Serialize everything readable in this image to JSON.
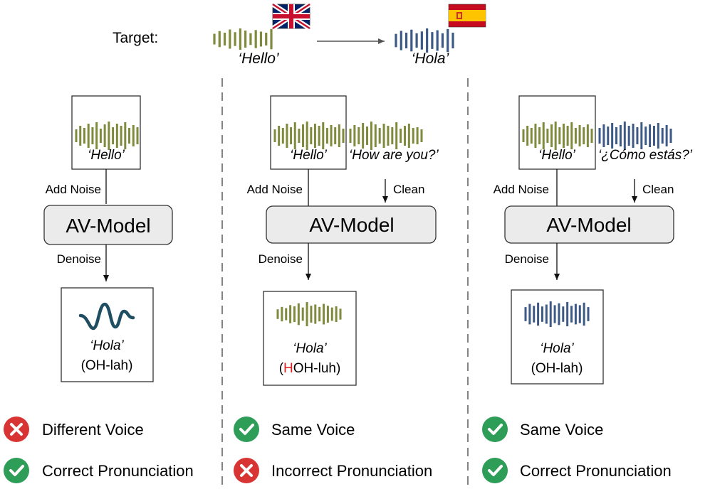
{
  "header": {
    "target_label": "Target:",
    "source_word": "‘Hello’",
    "target_word": "‘Hola’",
    "source_flag": "uk-flag-icon",
    "target_flag": "spain-flag-icon"
  },
  "colors": {
    "english_wave": "#7f8a3c",
    "spanish_wave": "#3d5a87",
    "distorted_wave": "#1f4e63",
    "model_fill": "#ebebeb",
    "check": "#2e9d57",
    "cross": "#d83434",
    "highlight": "#e02020"
  },
  "panels": [
    {
      "input_word": "‘Hello’",
      "noise_label": "Add Noise",
      "model_label": "AV-Model",
      "denoise_label": "Denoise",
      "output_word": "‘Hola’",
      "output_pron": "(OH-lah)",
      "result_1": {
        "icon": "cross-icon",
        "text": "Different Voice"
      },
      "result_2": {
        "icon": "check-icon",
        "text": "Correct Pronunciation"
      }
    },
    {
      "input_word": "‘Hello’",
      "clean_text": "‘How are you?’",
      "noise_label": "Add Noise",
      "clean_label": "Clean",
      "model_label": "AV-Model",
      "denoise_label": "Denoise",
      "output_word": "‘Hola’",
      "output_pron_open": "(",
      "output_pron_highlight": "H",
      "output_pron_rest": "OH-luh)",
      "result_1": {
        "icon": "check-icon",
        "text": "Same Voice"
      },
      "result_2": {
        "icon": "cross-icon",
        "text": "Incorrect Pronunciation"
      }
    },
    {
      "input_word": "‘Hello’",
      "clean_text": "‘¿Cómo estás?’",
      "noise_label": "Add Noise",
      "clean_label": "Clean",
      "model_label": "AV-Model",
      "denoise_label": "Denoise",
      "output_word": "‘Hola’",
      "output_pron": "(OH-lah)",
      "result_1": {
        "icon": "check-icon",
        "text": "Same Voice"
      },
      "result_2": {
        "icon": "check-icon",
        "text": "Correct Pronunciation"
      }
    }
  ]
}
